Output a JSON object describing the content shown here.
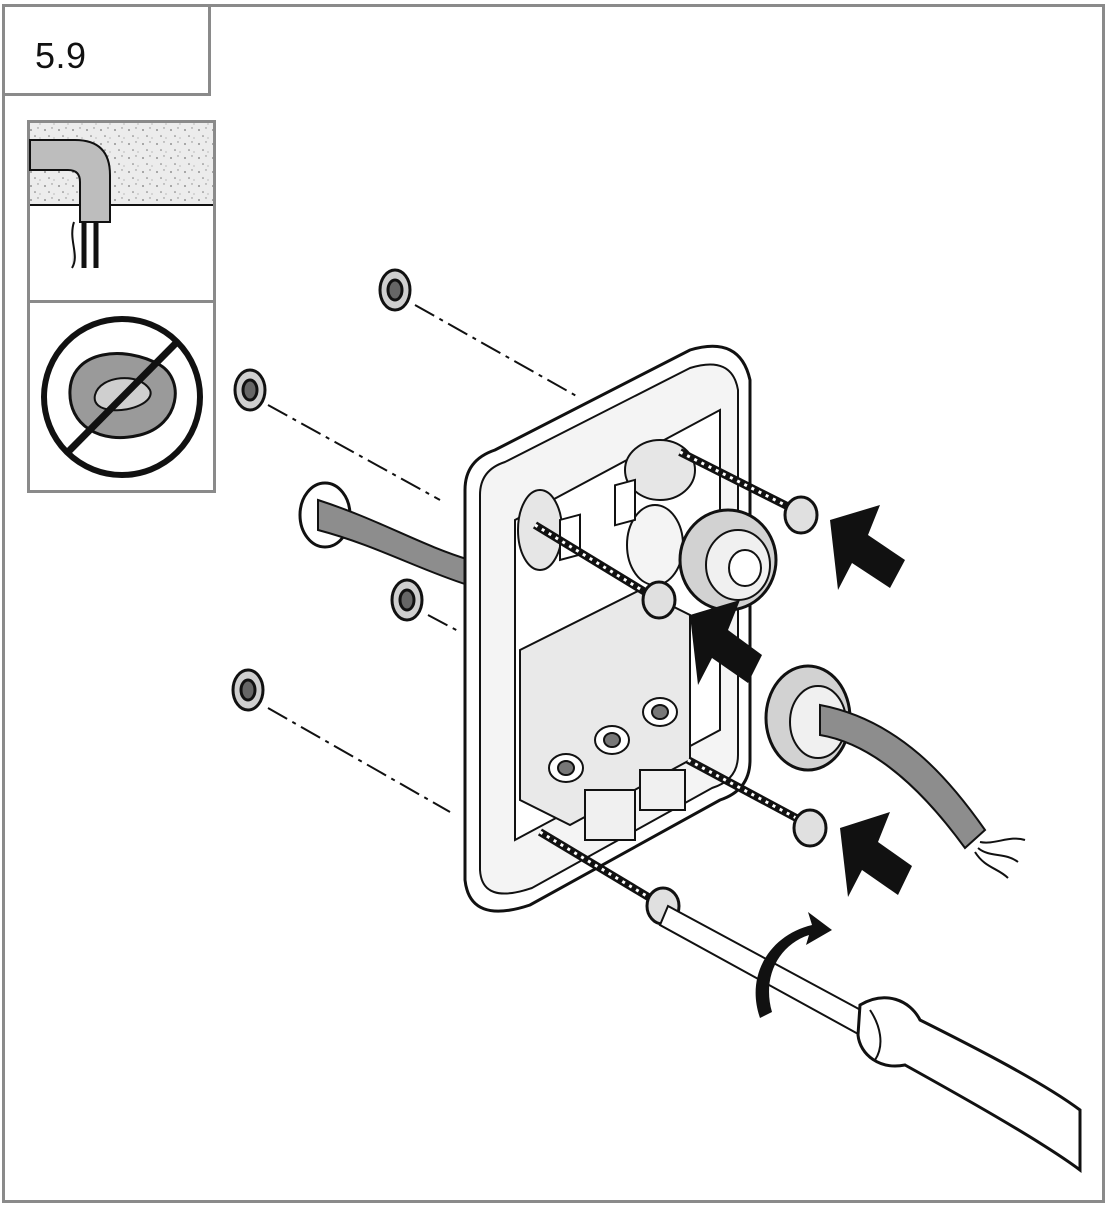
{
  "step": {
    "number": "5.9"
  },
  "hints": [
    {
      "name": "cable-through-surface-hint",
      "prohibited": false
    },
    {
      "name": "crushed-grommet-hint",
      "prohibited": true
    }
  ],
  "colors": {
    "stroke": "#111111",
    "frame": "#8a8a8a",
    "grey_fill": "#9a9a9a",
    "light_fill": "#d8d8d8"
  },
  "icons": [
    "screw-icon",
    "grommet-icon",
    "cable-icon",
    "screwdriver-icon",
    "push-arrow-icon",
    "rotate-arrow-icon",
    "prohibited-icon",
    "junction-box-icon"
  ]
}
